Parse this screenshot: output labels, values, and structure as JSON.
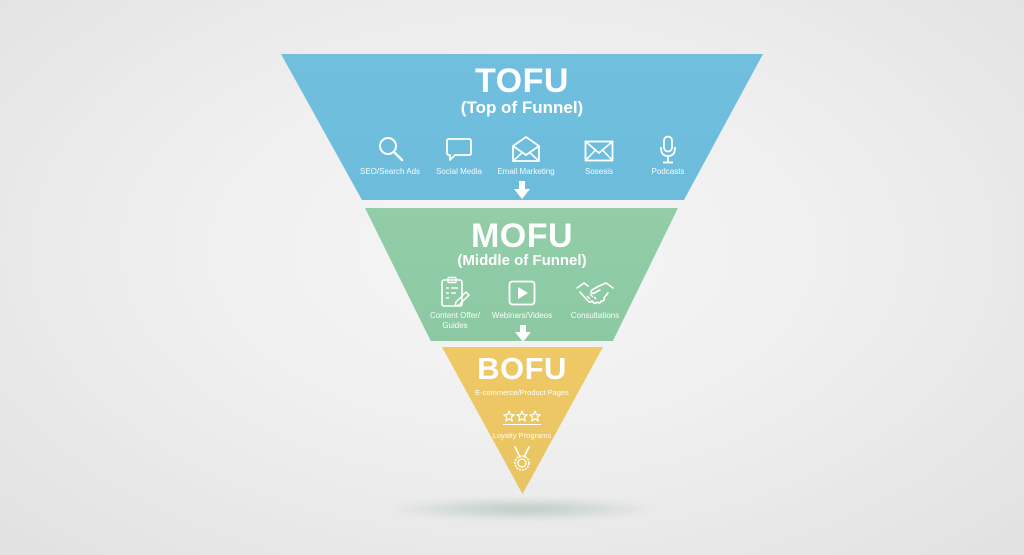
{
  "colors": {
    "tofu": "#6fbedd",
    "mofu": "#8fcba5",
    "bofu": "#ecc764",
    "text": "#ffffff",
    "background": "#ececec"
  },
  "tofu": {
    "title": "TOFU",
    "subtitle": "(Top of Funnel)",
    "items": [
      {
        "label": "SEO/Search Ads",
        "icon": "magnifier-icon"
      },
      {
        "label": "Social Media",
        "icon": "speech-bubble-icon"
      },
      {
        "label": "Email Marketing",
        "icon": "open-envelope-icon"
      },
      {
        "label": "Sosesis",
        "icon": "envelope-icon"
      },
      {
        "label": "Podcasts",
        "icon": "microphone-icon"
      }
    ]
  },
  "mofu": {
    "title": "MOFU",
    "subtitle": "(Middle of Funnel)",
    "items": [
      {
        "label": "Content Offer/",
        "label2": "Guides",
        "icon": "clipboard-icon"
      },
      {
        "label": "Webinars/Videos",
        "icon": "play-button-icon"
      },
      {
        "label": "Consultations",
        "icon": "handshake-icon"
      }
    ]
  },
  "bofu": {
    "title": "BOFU",
    "items": [
      {
        "label": "E-commerce/Product Pages",
        "icon": ""
      },
      {
        "label": "Loyalty Programs",
        "icon": "three-stars-icon"
      },
      {
        "label": "",
        "icon": "medal-icon"
      }
    ]
  }
}
